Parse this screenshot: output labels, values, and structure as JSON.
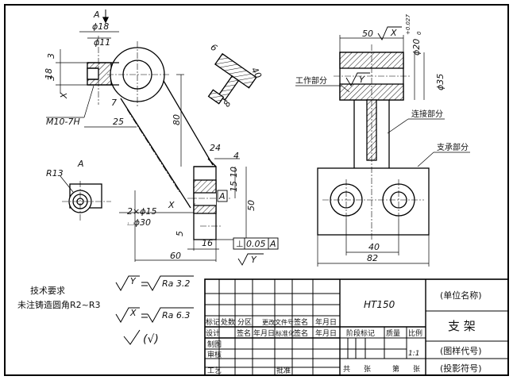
{
  "drawing": {
    "section_mark": "A",
    "dims": {
      "phi18": "ϕ18",
      "phi11": "ϕ11",
      "three_a": "3",
      "eighteen": "18",
      "three_b": "3",
      "x_flag": "X",
      "thread": "M10-7H",
      "twentyfive": "25",
      "seven": "7",
      "eighty": "80",
      "six": "6",
      "forty_rib": "40",
      "eight": "8",
      "twentyfour": "24",
      "four": "4",
      "ten": "10",
      "fifteen": "15",
      "fifty": "50",
      "five": "5",
      "sixteen": "16",
      "sixty": "60",
      "r13": "R13",
      "a_view": "A",
      "holes": "2×ϕ15",
      "cbore": "⌴ϕ30",
      "x_hole": "X",
      "a_datum": "A",
      "fifty_top": "50",
      "x_top": "X",
      "phi20": "ϕ20",
      "tol_up": "+0.027",
      "tol_low": "0",
      "phi35": "ϕ35",
      "y_work": "Y",
      "forty_bottom": "40",
      "eightytwo": "82",
      "y_bottom": "Y"
    },
    "tolerance": {
      "symbol": "⊥",
      "value": "0.05",
      "datum": "A"
    },
    "labels": {
      "work": "工作部分",
      "connect": "连接部分",
      "support": "支承部分"
    }
  },
  "notes": {
    "heading": "技术要求",
    "body": "未注铸造圆角R2~R3",
    "eq1_left": "Y",
    "eq1_right": "Ra 3.2",
    "eq2_left": "X",
    "eq2_right": "Ra 6.3",
    "paren": "(√)"
  },
  "title_block": {
    "material": "HT150",
    "unit": "(单位名称)",
    "part_name": "支  架",
    "drawing_no": "(图样代号)",
    "projection": "(投影符号)",
    "scale": "1:1",
    "header_row": [
      "标记",
      "处数",
      "分区",
      "更改文件号",
      "签名",
      "年月日"
    ],
    "design_row": [
      "设计",
      "签名",
      "年月日",
      "标准化",
      "签名",
      "年月日"
    ],
    "stage_headers": [
      "阶段标记",
      "质量",
      "比例"
    ],
    "rows": [
      "制图",
      "审核",
      "工艺"
    ],
    "approve": "批准",
    "sheet": [
      "共",
      "张",
      "第",
      "张"
    ]
  }
}
